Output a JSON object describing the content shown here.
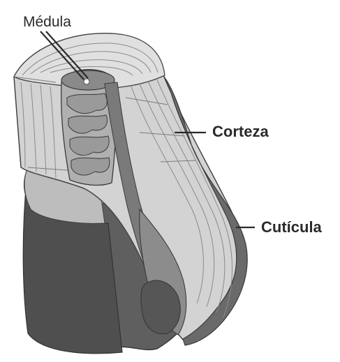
{
  "labels": {
    "medula": "Médula",
    "corteza": "Corteza",
    "cuticula": "Cutícula"
  },
  "colors": {
    "background": "#ffffff",
    "cortex_light": "#cfcfcf",
    "cortex_lines": "#8a8a8a",
    "cuticle_dark": "#6d6d6d",
    "cuticle_outer": "#5c5c5c",
    "medulla_fill": "#a9a9a9",
    "outline": "#3a3a3a",
    "text": "#2a2a2a"
  }
}
